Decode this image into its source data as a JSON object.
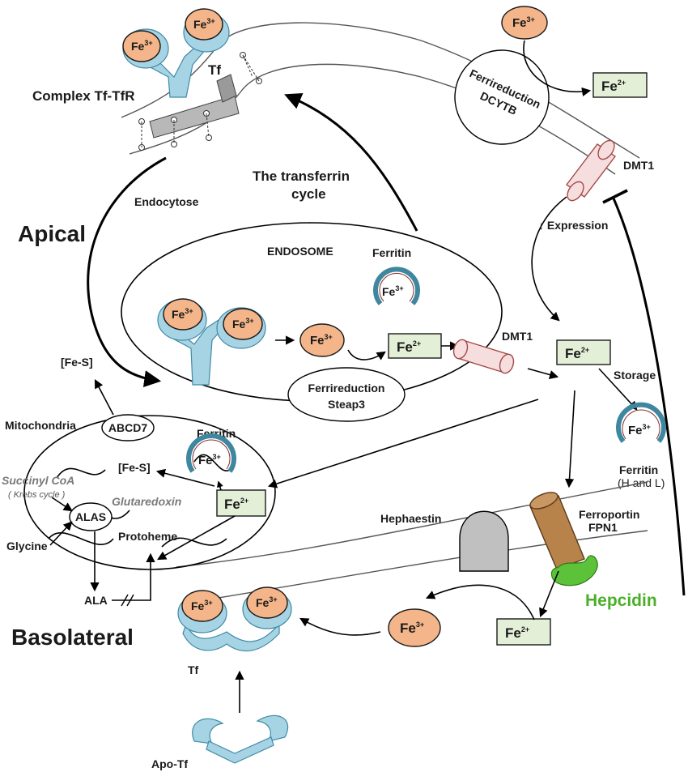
{
  "regions": {
    "apical": "Apical",
    "basolateral": "Basolateral"
  },
  "labels": {
    "complex_tf_tfr": "Complex Tf-TfR",
    "tf_top": "Tf",
    "endocytose": "Endocytose",
    "transferrin_cycle_1": "The transferrin",
    "transferrin_cycle_2": "cycle",
    "endosome": "ENDOSOME",
    "ferritin_endosome": "Ferritin",
    "dmt1_endosome": "DMT1",
    "ferrireduction_steap3_1": "Ferrireduction",
    "ferrireduction_steap3_2": "Steap3",
    "ferrireduction_dcytb_1": "Ferrireduction",
    "ferrireduction_dcytb_2": "DCYTB",
    "dmt1_apical": "DMT1",
    "expression": "↓ Expression",
    "storage": "Storage",
    "ferritin_storage_1": "Ferritin",
    "ferritin_storage_2": "(H and L)",
    "fe_s_out": "[Fe-S]",
    "mitochondria": "Mitochondria",
    "abcd7": "ABCD7",
    "ferritin_mito": "Ferritin",
    "fe_s_in": "[Fe-S]",
    "succinyl_coa": "Succinyl CoA",
    "krebs": "( Krebs cycle )",
    "glutaredoxin": "Glutaredoxin",
    "alas": "ALAS",
    "protoheme": "Protoheme",
    "glycine": "Glycine",
    "ala": "ALA",
    "hephaestin": "Hephaestin",
    "ferroportin_1": "Ferroportin",
    "ferroportin_2": "FPN1",
    "hepcidin": "Hepcidin",
    "tf_bottom": "Tf",
    "apo_tf": "Apo-Tf"
  },
  "ions": {
    "fe3_base": "Fe",
    "fe3_sup": "3+",
    "fe2_base": "Fe",
    "fe2_sup": "2+"
  },
  "colors": {
    "fe3_fill": "#f3b589",
    "fe2_fill": "#e4efd8",
    "transferrin": "#a7d4e4",
    "ferritin_ring": "#3e879f",
    "ferroportin": "#b8834a",
    "hephaestin": "#c0c0c0",
    "hepcidin": "#4caf2a",
    "dmt1_fill": "#f7dede",
    "dmt1_stroke": "#a34a4a"
  }
}
